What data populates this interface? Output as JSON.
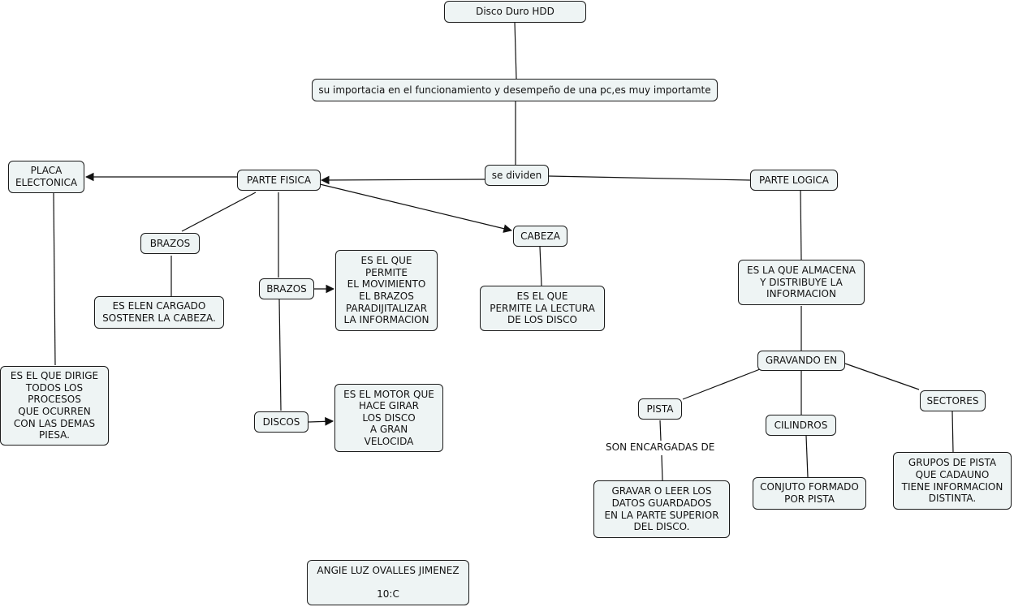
{
  "concept_map": {
    "root": "Disco Duro HDD",
    "importance": "su importacia en el funcionamiento y desempeño de una pc,es muy importamte",
    "divides": "se dividen",
    "physical": {
      "title": "PARTE FISICA",
      "placa": "PLACA\nELECTONICA",
      "placa_desc": "ES EL QUE DIRIGE\nTODOS LOS\nPROCESOS\nQUE OCURREN\nCON LAS DEMAS\nPIESA.",
      "brazos_a": "BRAZOS",
      "brazos_a_desc": "ES ELEN CARGADO\nSOSTENER LA CABEZA.",
      "brazos_b": "BRAZOS",
      "brazos_b_desc": "ES EL QUE\nPERMITE\nEL MOVIMIENTO\nEL BRAZOS\nPARADIJITALIZAR\nLA INFORMACION",
      "discos": "DISCOS",
      "discos_desc": "ES EL MOTOR QUE\nHACE GIRAR\nLOS DISCO\nA GRAN\nVELOCIDA",
      "cabeza": "CABEZA",
      "cabeza_desc": "ES EL QUE\nPERMITE LA LECTURA\nDE LOS DISCO"
    },
    "logical": {
      "title": "PARTE LOGICA",
      "desc": "ES LA QUE ALMACENA\nY DISTRIBUYE LA\nINFORMACION",
      "gravando": "GRAVANDO EN",
      "pista": "PISTA",
      "pista_link": "SON ENCARGADAS DE",
      "pista_desc": "GRAVAR O LEER LOS\nDATOS GUARDADOS\nEN LA PARTE SUPERIOR\nDEL DISCO.",
      "cilindros": "CILINDROS",
      "cilindros_desc": "CONJUTO FORMADO\nPOR PISTA",
      "sectores": "SECTORES",
      "sectores_desc": "GRUPOS DE PISTA\nQUE CADAUNO\nTIENE INFORMACION\nDISTINTA."
    },
    "author": "ANGIE LUZ OVALLES JIMENEZ\n\n10:C"
  }
}
